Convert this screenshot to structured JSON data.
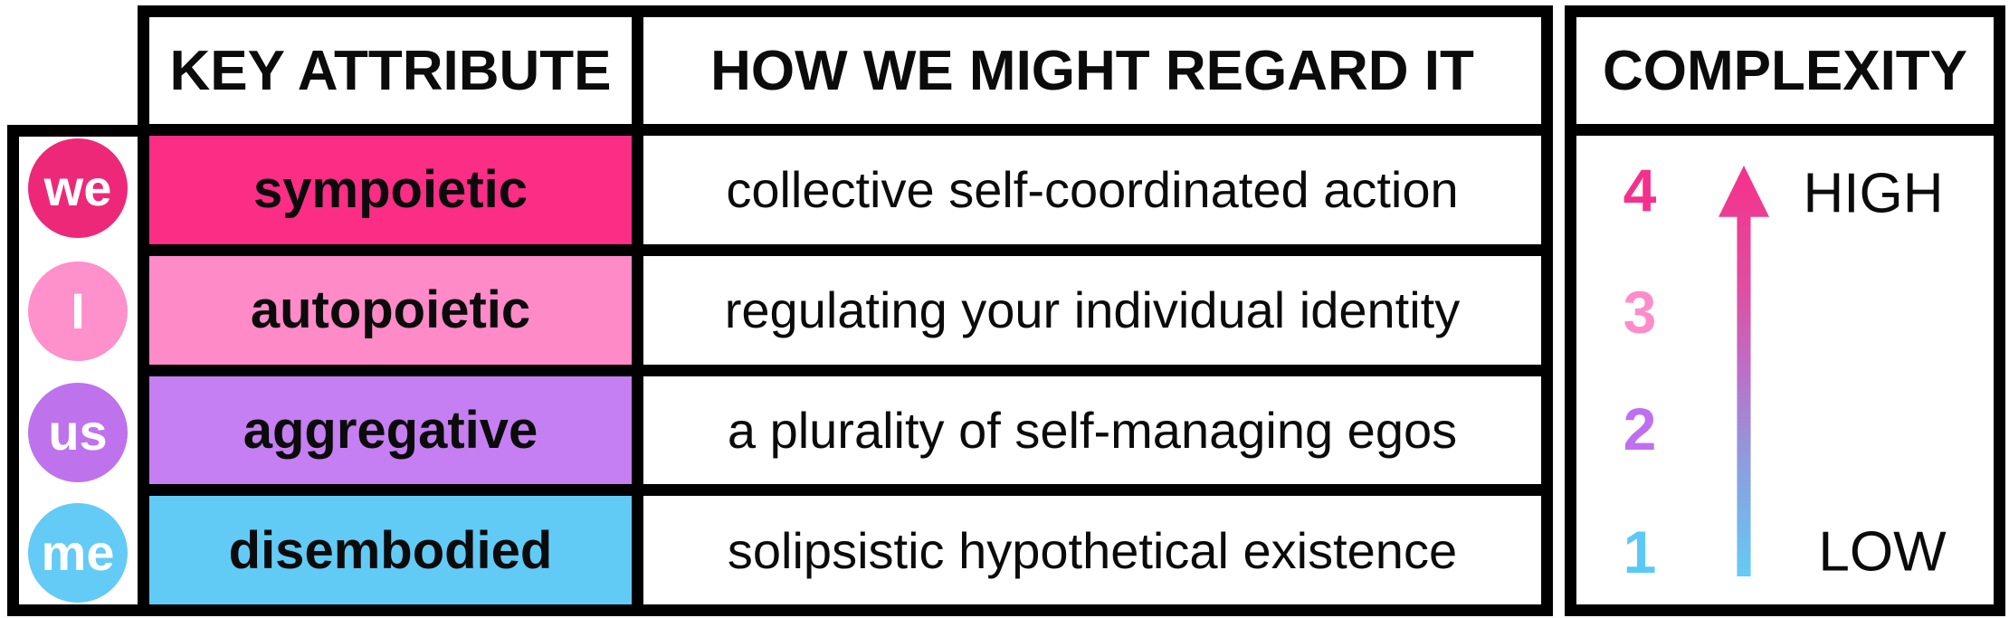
{
  "header": {
    "key_attribute": "KEY ATTRIBUTE",
    "regard": "HOW WE MIGHT REGARD IT",
    "complexity": "COMPLEXITY"
  },
  "rows": [
    {
      "pronoun": "we",
      "attribute": "sympoietic",
      "description": "collective self-coordinated action",
      "level": "4",
      "row_color": "#FB2D85",
      "badge_color": "#EE2879",
      "level_color": "#F5308C"
    },
    {
      "pronoun": "I",
      "attribute": "autopoietic",
      "description": "regulating your individual identity",
      "level": "3",
      "row_color": "#FF8AC8",
      "badge_color": "#FE90CC",
      "level_color": "#FF8BCB"
    },
    {
      "pronoun": "us",
      "attribute": "aggregative",
      "description": "a plurality of self-managing egos",
      "level": "2",
      "row_color": "#C57FF2",
      "badge_color": "#BE72EC",
      "level_color": "#C06FEF"
    },
    {
      "pronoun": "me",
      "attribute": "disembodied",
      "description": "solipsistic hypothetical existence",
      "level": "1",
      "row_color": "#62CBF5",
      "badge_color": "#63CBF5",
      "level_color": "#5BC9F5"
    }
  ],
  "complexity_scale": {
    "high_label": "HIGH",
    "low_label": "LOW",
    "arrow_gradient": [
      "#F7308B",
      "#DE4FA0",
      "#BC6FC8",
      "#8E9CDE",
      "#64CBF4"
    ]
  },
  "border_color": "#000000"
}
